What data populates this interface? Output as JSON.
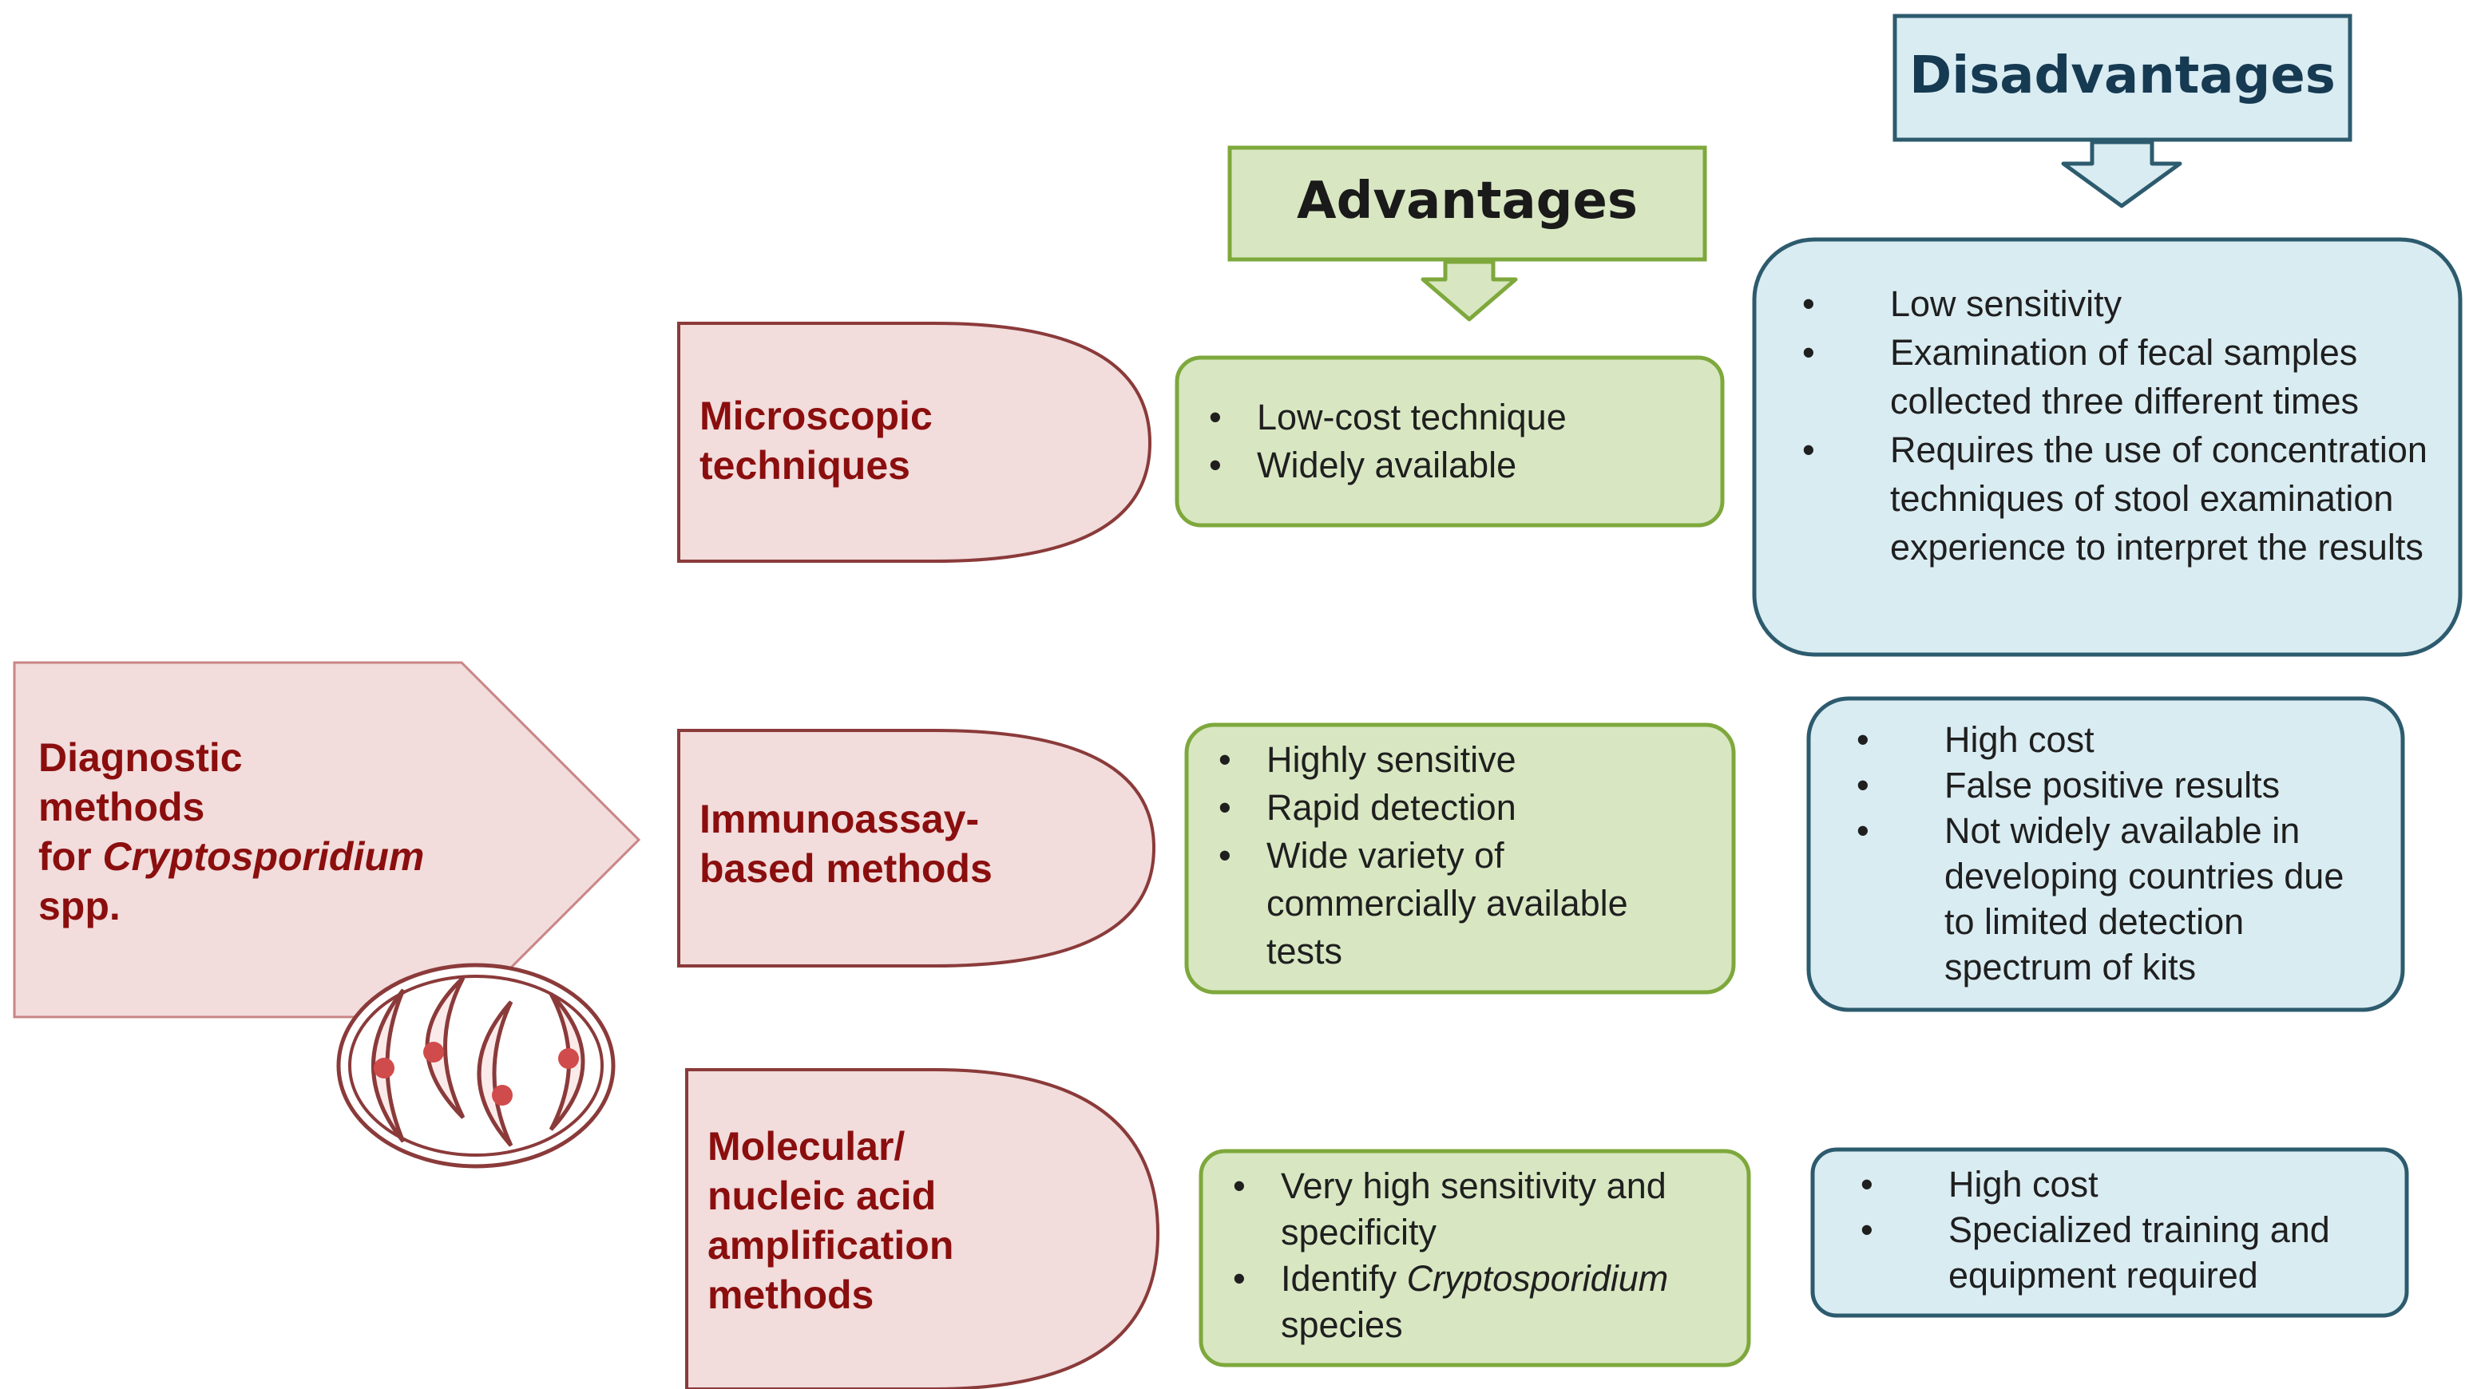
{
  "root": {
    "label_lines": [
      "Diagnostic",
      "methods"
    ],
    "label_prefix": "for ",
    "label_italic": "Cryptosporidium",
    "label_suffix": "spp."
  },
  "headers": {
    "advantages": "Advantages",
    "disadvantages": "Disadvantages"
  },
  "methods": [
    {
      "label_lines": [
        "Microscopic",
        "techniques"
      ],
      "advantages": [
        "Low-cost technique",
        "Widely available"
      ],
      "disadvantages": [
        "Low sensitivity",
        "Examination  of fecal samples collected three different times",
        "Requires the use of concentration techniques of stool examination experience to interpret the results"
      ]
    },
    {
      "label_lines": [
        "Immunoassay-",
        "based methods"
      ],
      "advantages": [
        "Highly sensitive",
        "Rapid detection",
        "Wide variety of commercially available tests"
      ],
      "disadvantages": [
        "High cost",
        "False positive results",
        "Not widely available in developing countries due to limited detection spectrum of kits"
      ]
    },
    {
      "label_lines": [
        "Molecular/",
        "nucleic acid",
        "amplification",
        "methods"
      ],
      "advantages": [
        "Very high sensitivity and specificity",
        "Identify "
      ],
      "advantage_italic": "Cryptosporidium",
      "advantage_suffix": " species",
      "disadvantages": [
        "High cost",
        "Specialized training and equipment required"
      ]
    }
  ],
  "colors": {
    "method_fill": "#f2dcdc",
    "method_stroke": "#8b3a3a",
    "method_text": "#8b0e0e",
    "adv_fill": "#d8e7c2",
    "adv_stroke": "#7ea83c",
    "dis_fill": "#d9ecf2",
    "dis_stroke": "#2d5b6e",
    "parasite_dot": "#d04b4b"
  }
}
